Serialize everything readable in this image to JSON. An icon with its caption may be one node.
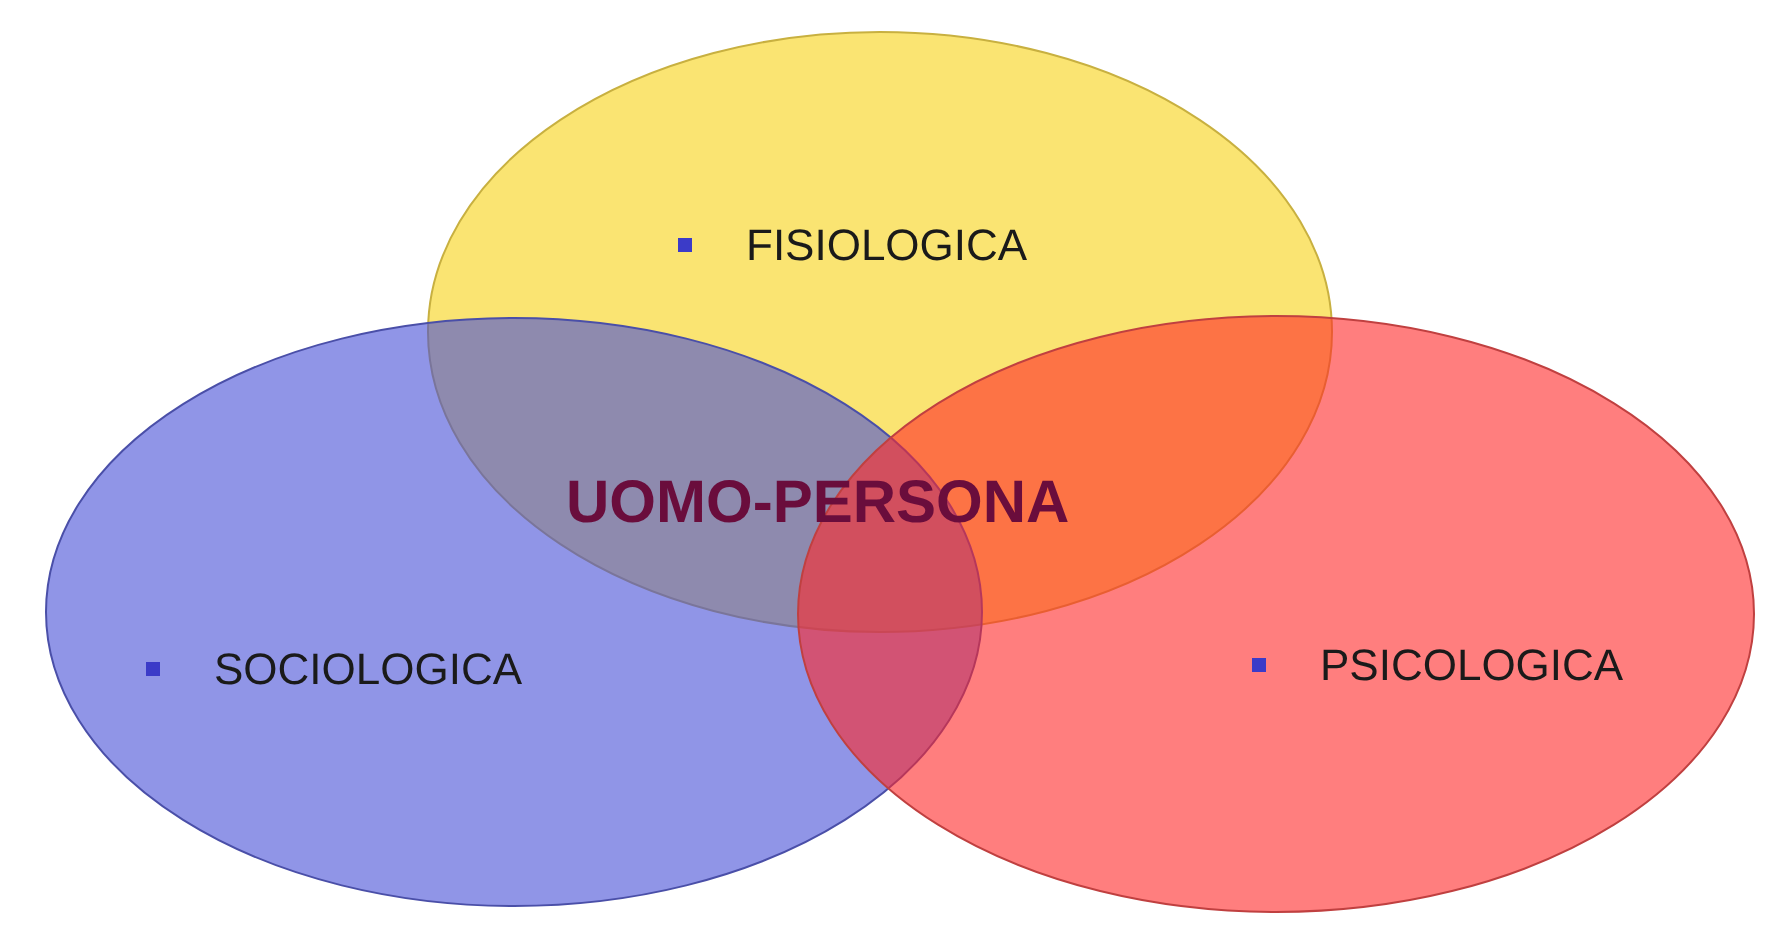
{
  "diagram": {
    "nodes": [
      {
        "text": [
          "FISIOLOGICA"
        ]
      },
      {
        "text": [
          "SOCIOLOGICA"
        ]
      },
      {
        "text": [
          "PSICOLOGICA"
        ]
      }
    ],
    "labels": [
      "UOMO-PERSONA"
    ]
  }
}
